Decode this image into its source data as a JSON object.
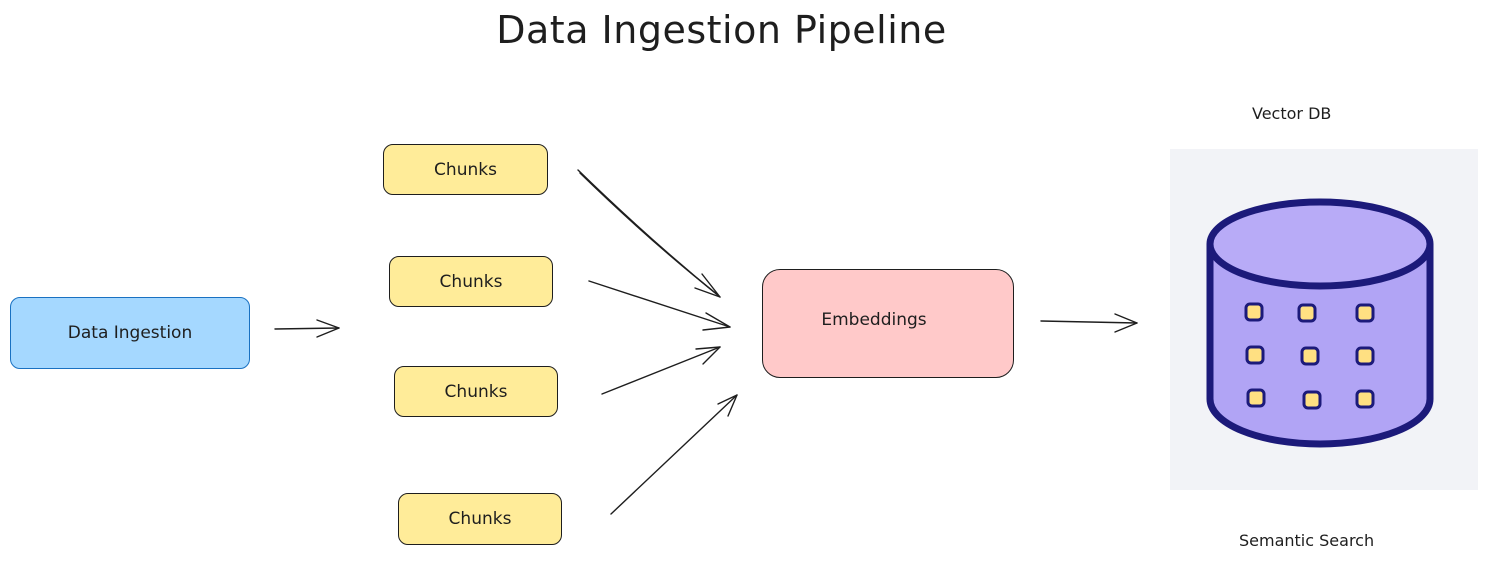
{
  "title": "Data Ingestion Pipeline",
  "nodes": {
    "ingestion": "Data Ingestion",
    "chunks": [
      "Chunks",
      "Chunks",
      "Chunks",
      "Chunks"
    ],
    "embeddings": "Embeddings"
  },
  "vector_db": {
    "label": "Vector DB",
    "caption": "Semantic Search",
    "icon": "database-icon"
  },
  "colors": {
    "ingestion_fill": "#a5d8ff",
    "ingestion_stroke": "#1971c2",
    "chunk_fill": "#ffec99",
    "embeddings_fill": "#ffc9c9",
    "db_fill": "#b1a4f5",
    "db_stroke": "#1c1a7a",
    "db_square_fill": "#ffe082"
  }
}
